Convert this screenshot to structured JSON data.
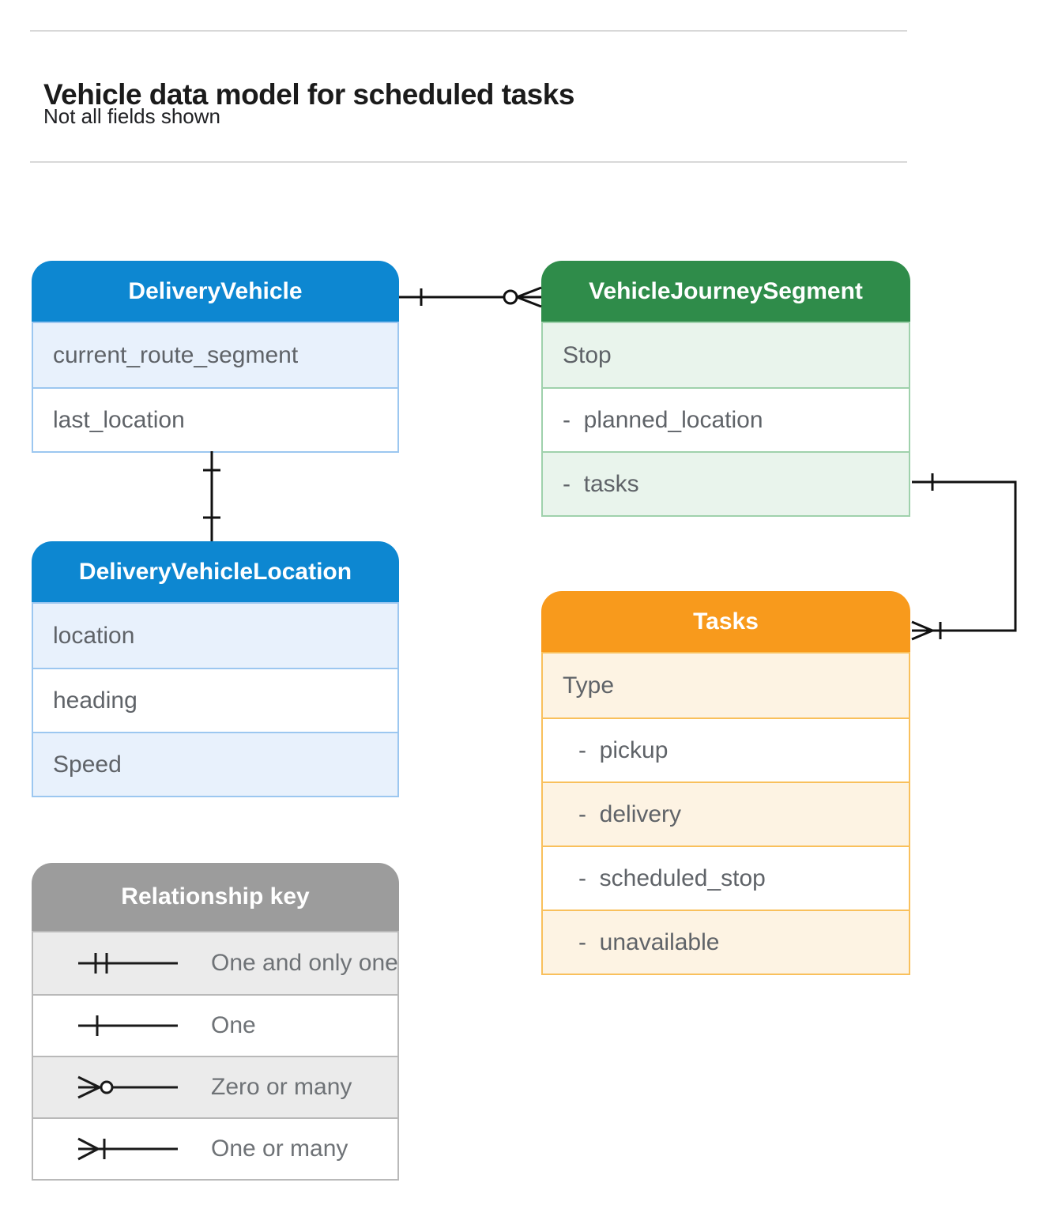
{
  "page": {
    "title": "Vehicle data model for scheduled tasks",
    "subtitle": "Not all fields shown"
  },
  "palette": {
    "blue_header": "#0d87d1",
    "blue_row_tint": "#e8f1fc",
    "blue_border": "#9cc7f0",
    "green_header": "#2f8c4a",
    "green_row_tint": "#e9f4ec",
    "green_border": "#9fd1ac",
    "orange_header": "#f89a1c",
    "orange_row_tint": "#fdf3e3",
    "orange_border": "#f9c05c",
    "gray_header": "#9c9c9c",
    "gray_row_tint": "#ebebeb",
    "gray_border": "#b9b9b9",
    "row_text": "#5f6368",
    "connector": "#111111"
  },
  "entities": {
    "delivery_vehicle": {
      "title": "DeliveryVehicle",
      "color": "blue",
      "rows": [
        "current_route_segment",
        "last_location"
      ]
    },
    "vehicle_journey_segment": {
      "title": "VehicleJourneySegment",
      "color": "green",
      "rows": [
        "Stop",
        "-  planned_location",
        "-  tasks"
      ]
    },
    "delivery_vehicle_location": {
      "title": "DeliveryVehicleLocation",
      "color": "blue",
      "rows": [
        "location",
        "heading",
        "Speed"
      ]
    },
    "tasks": {
      "title": "Tasks",
      "color": "orange",
      "rows": [
        "Type",
        "-  pickup",
        "-  delivery",
        "-  scheduled_stop",
        "-  unavailable"
      ]
    }
  },
  "legend": {
    "title": "Relationship key",
    "items": [
      {
        "symbol": "one-and-only-one-symbol",
        "label": "One and only one"
      },
      {
        "symbol": "one-symbol",
        "label": "One"
      },
      {
        "symbol": "zero-or-many-symbol",
        "label": "Zero or many"
      },
      {
        "symbol": "one-or-many-symbol",
        "label": "One or many"
      }
    ]
  },
  "connectors": [
    {
      "from": "DeliveryVehicle",
      "to": "VehicleJourneySegment",
      "from_cardinality": "one",
      "to_cardinality": "zero or many"
    },
    {
      "from": "DeliveryVehicle",
      "to": "DeliveryVehicleLocation",
      "from_cardinality": "one",
      "to_cardinality": "one"
    },
    {
      "from": "VehicleJourneySegment.tasks",
      "to": "Tasks",
      "from_cardinality": "one",
      "to_cardinality": "one or many"
    }
  ]
}
